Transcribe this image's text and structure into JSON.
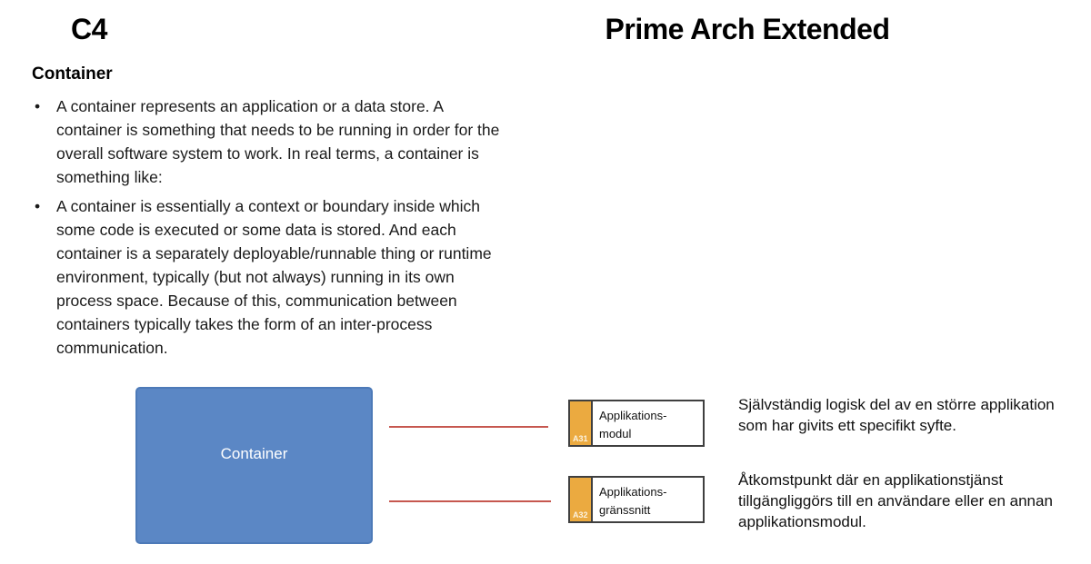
{
  "slide": {
    "left_title": "C4",
    "right_title": "Prime Arch Extended",
    "section_heading": "Container",
    "bullets": [
      "A container represents an application or a data store. A container is something that needs to be running in order for the overall software system to work. In real terms, a container is something like:",
      "A container is essentially a context or boundary inside which some code is executed or some data is stored. And each container is a separately deployable/runnable thing or runtime environment, typically (but not always) running in its own process space. Because of this, communication between containers typically takes the form of an inter-process communication."
    ]
  },
  "diagram": {
    "container_label": "Container",
    "elements": [
      {
        "code": "A31",
        "label": "Applikations-\nmodul",
        "description": "Självständig logisk del av en större applikation som har givits ett specifikt syfte."
      },
      {
        "code": "A32",
        "label": "Applikations-\ngränssnitt",
        "description": "Åtkomstpunkt där en applikationstjänst tillgängliggörs till en användare eller en annan applikationsmodul."
      }
    ],
    "colors": {
      "container_blue": "#5b87c5",
      "container_border_blue": "#4d7ab8",
      "tab_orange": "#ebaa40",
      "connector_red": "#c6574f",
      "box_border": "#3f3f3f"
    }
  }
}
